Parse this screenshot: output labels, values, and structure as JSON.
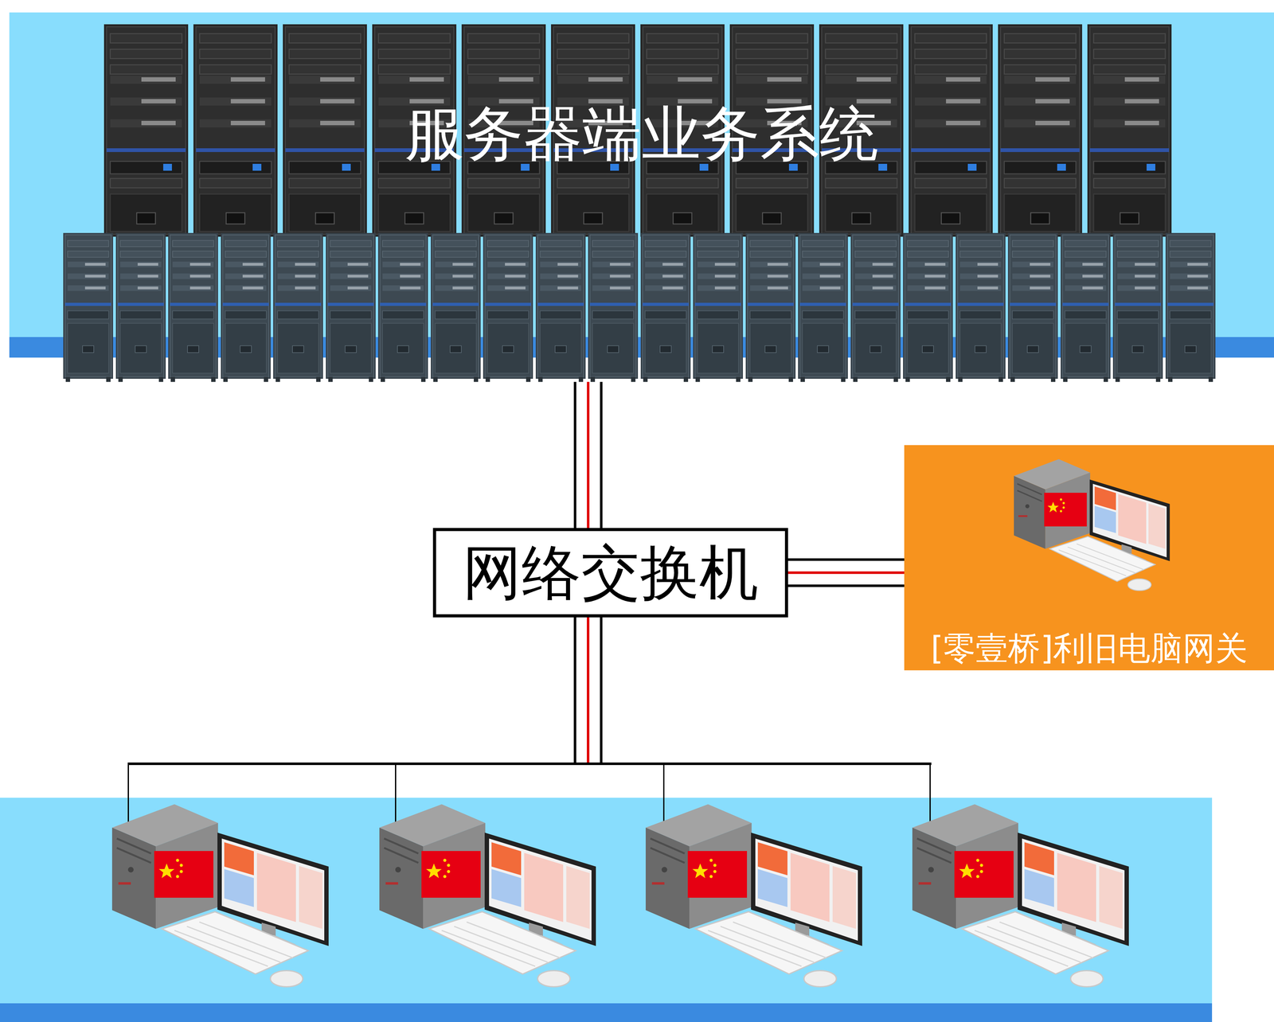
{
  "diagram": {
    "nodes": [
      {
        "text": [
          "服务器端业务系统"
        ]
      },
      {
        "text": [
          "网络交换机"
        ]
      },
      {
        "text": [
          "[零壹桥]利旧电脑网关"
        ]
      }
    ],
    "edges": [
      {
        "from": 0,
        "to": 1,
        "arrow": "none"
      },
      {
        "from": 1,
        "to": 2,
        "arrow": "none"
      }
    ]
  }
}
